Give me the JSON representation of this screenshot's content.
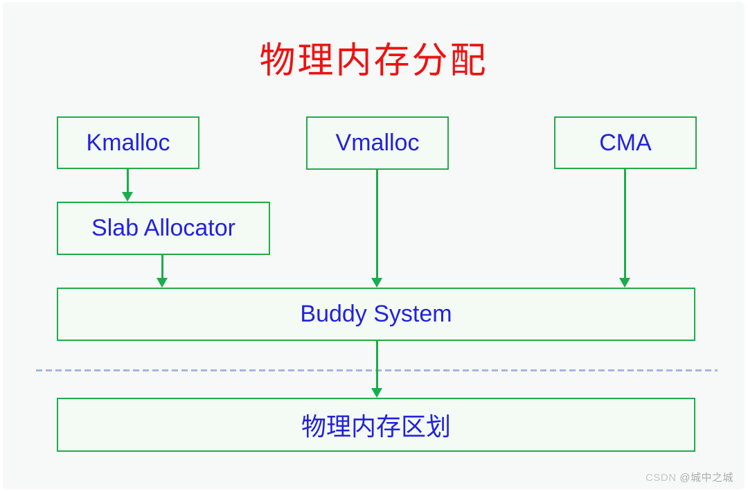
{
  "title": "物理内存分配",
  "nodes": {
    "kmalloc": {
      "label": "Kmalloc"
    },
    "vmalloc": {
      "label": "Vmalloc"
    },
    "cma": {
      "label": "CMA"
    },
    "slab": {
      "label": "Slab Allocator"
    },
    "buddy": {
      "label": "Buddy System"
    },
    "zoning": {
      "label": "物理内存区划"
    }
  },
  "edges": [
    {
      "from": "Kmalloc",
      "to": "Slab Allocator"
    },
    {
      "from": "Slab Allocator",
      "to": "Buddy System"
    },
    {
      "from": "Vmalloc",
      "to": "Buddy System"
    },
    {
      "from": "CMA",
      "to": "Buddy System"
    },
    {
      "from": "Buddy System",
      "to": "物理内存区划"
    }
  ],
  "colors": {
    "title": "#ee1111",
    "node_border": "#21ab49",
    "node_fill": "#f4fbf5",
    "node_text": "#2222dd",
    "arrow": "#1aad4b",
    "divider": "#a3b7e0",
    "canvas": "#f7f8f8"
  },
  "watermark": {
    "prefix": "CSDN ",
    "user": "@城中之城"
  }
}
